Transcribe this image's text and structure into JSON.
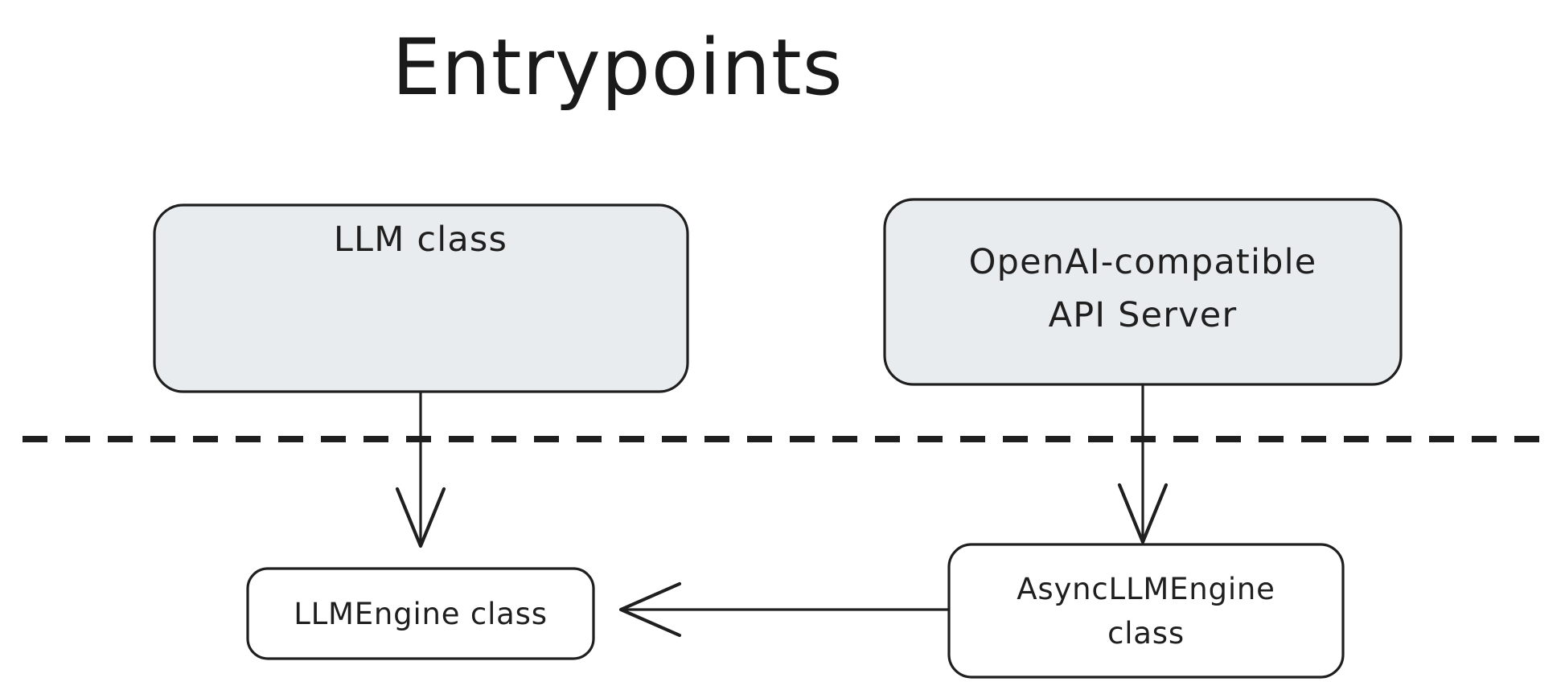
{
  "diagram": {
    "title": "Entrypoints",
    "background_color": "#ffffff",
    "stroke_color": "#1f1f1f",
    "node_fill_shaded": "#e8ecee",
    "node_fill_plain": "#ffffff",
    "nodes": [
      {
        "id": "llm-class",
        "label": "LLM class",
        "lines": [
          "LLM class"
        ],
        "style": "shaded",
        "layer": "entrypoint"
      },
      {
        "id": "openai-api-server",
        "label": "OpenAI-compatible API Server",
        "lines": [
          "OpenAI-compatible",
          "API Server"
        ],
        "style": "shaded",
        "layer": "entrypoint"
      },
      {
        "id": "llmengine-class",
        "label": "LLMEngine class",
        "lines": [
          "LLMEngine class"
        ],
        "style": "plain",
        "layer": "engine"
      },
      {
        "id": "asyncllmengine-class",
        "label": "AsyncLLMEngine class",
        "lines": [
          "AsyncLLMEngine",
          "class"
        ],
        "style": "plain",
        "layer": "engine"
      }
    ],
    "edges": [
      {
        "id": "edge-llm-to-llmengine",
        "from": "llm-class",
        "to": "llmengine-class",
        "direction": "down",
        "arrow": "open"
      },
      {
        "id": "edge-api-to-asyncllmengine",
        "from": "openai-api-server",
        "to": "asyncllmengine-class",
        "direction": "down",
        "arrow": "open"
      },
      {
        "id": "edge-async-to-llmengine",
        "from": "asyncllmengine-class",
        "to": "llmengine-class",
        "direction": "left",
        "arrow": "open"
      }
    ],
    "divider": {
      "id": "layer-divider",
      "style": "dashed",
      "orientation": "horizontal"
    }
  },
  "chart_data": {
    "type": "diagram",
    "title": "Entrypoints",
    "nodes": [
      "LLM class",
      "OpenAI-compatible API Server",
      "LLMEngine class",
      "AsyncLLMEngine class"
    ],
    "edges": [
      [
        "LLM class",
        "LLMEngine class"
      ],
      [
        "OpenAI-compatible API Server",
        "AsyncLLMEngine class"
      ],
      [
        "AsyncLLMEngine class",
        "LLMEngine class"
      ]
    ]
  }
}
